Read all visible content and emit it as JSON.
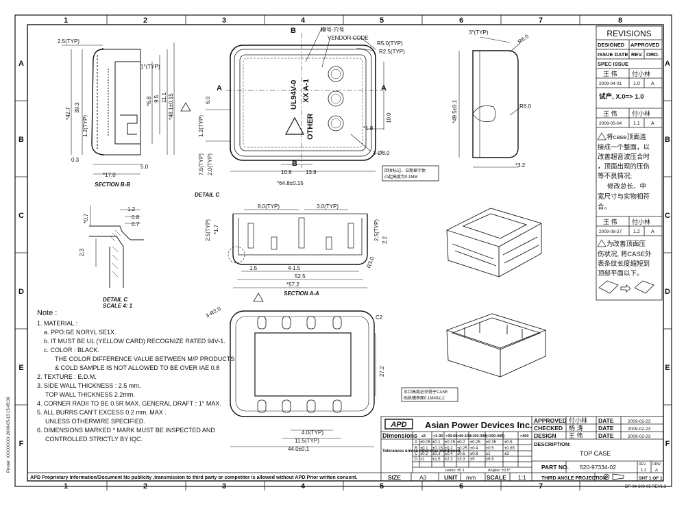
{
  "grid": {
    "cols": [
      "1",
      "2",
      "3",
      "4",
      "5",
      "6",
      "7",
      "8"
    ],
    "rows": [
      "A",
      "B",
      "C",
      "D",
      "E",
      "F"
    ]
  },
  "side_stamp": "Printer: XXXXXXXX  2009-05-13  15:45:09",
  "views": {
    "section_bb": {
      "title": "SECTION B-B",
      "dims": [
        "2.5(TYP)",
        "1°(TYP)",
        "*42.7",
        "39.3",
        "1.2(TYP)",
        "*6.8",
        "9.5",
        "11.1",
        "*48.1±0.15",
        "0.3",
        "*17.0",
        "5.0"
      ]
    },
    "top_view": {
      "labels": [
        "模号-穴号",
        "VENDOR CODE",
        "R5.0(TYP)",
        "R2.5(TYP)",
        "UL94V-0",
        "XX A-1",
        "OTHER"
      ],
      "dims": [
        "6.0",
        "1.2(TYP)",
        "7.5(TYP)",
        "2.0(TYP)",
        "10.6",
        "13.9",
        "*64.8±0.15",
        "*1.8",
        "10.0",
        "3-Ø8.0"
      ],
      "section_marks": [
        "B",
        "B",
        "A",
        "A"
      ],
      "note_box": [
        "回收标记、日期章字体",
        "凸起高度为0.1MM"
      ]
    },
    "side_view": {
      "dims": [
        "3°(TYP)",
        "R6.0",
        "R6.0",
        "*49.5±0.1",
        "*3.2"
      ]
    },
    "detail_c": {
      "title": "DETAIL C",
      "scale": "SCALE 4: 1",
      "dims": [
        "*0.7",
        "1.2",
        "0.8",
        "0.7",
        "2.3"
      ]
    },
    "section_aa": {
      "title": "SECTION A-A",
      "detail_tag": "DETAIL C",
      "dims": [
        "8.0(TYP)",
        "3.0(TYP)",
        "2.5(TYP)",
        "*1.7",
        "2.5(TYP)",
        "2.2",
        "1.5",
        "4-1.5",
        "52.5",
        "R3.0",
        "*57.2"
      ]
    },
    "bottom_view": {
      "dims": [
        "3-R2.0",
        "C2",
        "27.2",
        "4.0(TYP)",
        "11.5(TYP)",
        "44.0±0.1"
      ],
      "note_box": [
        "水口高度必须低于CASE",
        "贴纸槽表面0.1MM以上"
      ]
    }
  },
  "notes": {
    "heading": "Note :",
    "items": [
      "1. MATERIAL :",
      "a. PPO:GE NORYL SE1X.",
      "b. IT MUST BE UL (YELLOW CARD) RECOGNIZE RATED 94V-1.",
      "c. COLOR : BLACK.",
      "THE COLOR DIFFERENCE VALUE BETWEEN M/P PRODUCTS",
      "& COLD SAMPLE IS NOT ALLOWED TO BE OVER IAE 0.8",
      "2. TEXTURE : E.D.M.",
      "3. SIDE WALL THICKNESS : 2.5 mm.",
      "TOP WALL THICKNESS 2.2mm.",
      "4. CORNER RADII TO BE 0.5R MAX. GENERAL DRAFT : 1° MAX.",
      "5. ALL BURRS CAN'T EXCESS 0.2 mm.  MAX .",
      "UNLESS OTHERWIRE SPECIFIED.",
      "6. DIMENSIONS MARKED * MARK MUST BE INSPECTED AND",
      "CONTROLLED STRICTLY BY IQC."
    ]
  },
  "proprietary": "APD Proprietary Information/Document No publicity ,transmission to third party or competitor is allowed without APD Prior written consent.",
  "revisions": {
    "title": "REVISIONS",
    "headers": [
      "DESIGNED",
      "APPROVED",
      "ISSUE DATE",
      "REV.",
      "ORD.",
      "SPEC ISSUE"
    ],
    "blocks": [
      {
        "designed": "王 伟",
        "approved": "付小林",
        "date": "2009-04-01",
        "rev": "1.0",
        "ord": "A",
        "text": [
          "试产, X.0=> 1.0"
        ]
      },
      {
        "designed": "王 伟",
        "approved": "付小林",
        "date": "2009-05-04",
        "rev": "1.1",
        "ord": "A",
        "text": [
          "将case顶面连",
          "接成一个整面，以",
          "改善超音波压合时",
          "，顶面出现的压伤",
          "等不良情况;",
          "修改总长、中",
          "宽尺寸与实物相符",
          "合。"
        ]
      },
      {
        "designed": "王 伟",
        "approved": "付小林",
        "date": "2009-08-27",
        "rev": "1.2",
        "ord": "A",
        "text": [
          "为改善顶面压",
          "伤状况, 将CASE外",
          "表条纹长度缩短到",
          "顶部平面以下。"
        ]
      }
    ]
  },
  "title_block": {
    "company": "Asian Power Devices Inc.",
    "logo": "APD",
    "approved_label": "APPROVED",
    "approved_name": "付小林",
    "checked_label": "CHECKED",
    "checked_name": "杨 涛",
    "design_label": "DESIGN",
    "design_name": "王 伟",
    "date_label": "DATE",
    "dates": [
      "2009-02-23",
      "2009-02-23",
      "2009-02-23"
    ],
    "dimensions_label": "Dimensions",
    "tol_label": "Tolerances unless otherwise mentioned",
    "tol_headers": [
      "≤3",
      ">3-30",
      ">30-60",
      ">60-100",
      ">100-300",
      "(>300-400)",
      ">400"
    ],
    "tol_rows": [
      [
        "A",
        "±0.05",
        "±0.1",
        "±0.15",
        "±0.2",
        "±0.25",
        "±0.35",
        "±0.5"
      ],
      [
        "B",
        "±0.1",
        "±0.15",
        "±0.2",
        "±0.25",
        "±0.4",
        "±0.5",
        "±0.65"
      ],
      [
        "C",
        "±0.2",
        "±0.3",
        "±0.4",
        "±0.6",
        "±0.8",
        "±1",
        "±2"
      ],
      [
        "D",
        "±1",
        "±1.5",
        "±2.2",
        "±3.3",
        "±5",
        "±6.5",
        ""
      ]
    ],
    "holes": "Holes: ±0.1",
    "angles": "Angles: ±0.5°",
    "description_label": "DESCRIPTION:",
    "description": "TOP CASE",
    "part_label": "PART NO.",
    "part_no": "520-97334-02",
    "rev_label": "REV.",
    "rev": "1.2",
    "drw_label": "DRW.",
    "drw": "A",
    "size_label": "SIZE",
    "size": "A3",
    "unit_label": "UNIT",
    "unit": "mm",
    "scale_label": "SCALE",
    "scale": "1:1",
    "projection": "THIRD ANGLE PROJECTION",
    "sheet": "SHT 1 OF 1",
    "doc_ref": "DP-04-300-05  REV1.3"
  }
}
